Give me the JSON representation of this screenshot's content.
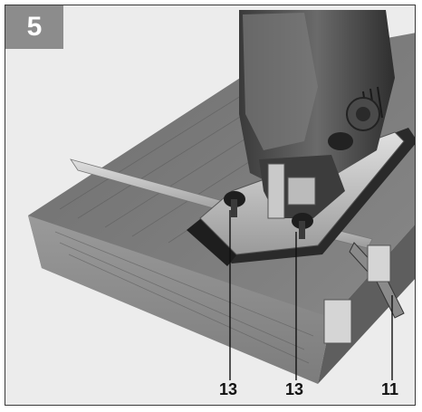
{
  "figure": {
    "number": "5"
  },
  "callouts": [
    {
      "label": "13"
    },
    {
      "label": "13"
    },
    {
      "label": "11"
    }
  ],
  "colors": {
    "badge": "#8c8c8c",
    "frame": "#3a3a3a"
  }
}
